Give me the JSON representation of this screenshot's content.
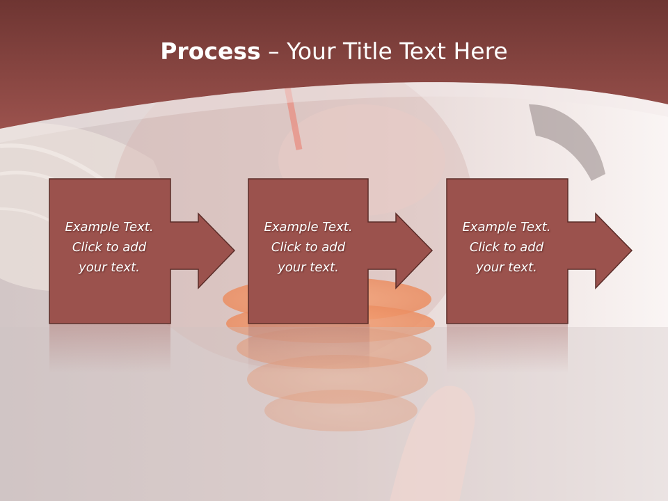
{
  "slide": {
    "title_bold": "Process",
    "title_rest": " – Your Title Text Here"
  },
  "steps": [
    {
      "text_line1": "Example Text.",
      "text_line2": "Click  to add",
      "text_line3": "your text."
    },
    {
      "text_line1": "Example Text.",
      "text_line2": "Click  to add",
      "text_line3": "your text."
    },
    {
      "text_line1": "Example Text.",
      "text_line2": "Click  to add",
      "text_line3": "your text."
    }
  ],
  "colors": {
    "header": "#8e4a44",
    "box_fill": "#9b524d",
    "box_border": "#5a2c28"
  }
}
